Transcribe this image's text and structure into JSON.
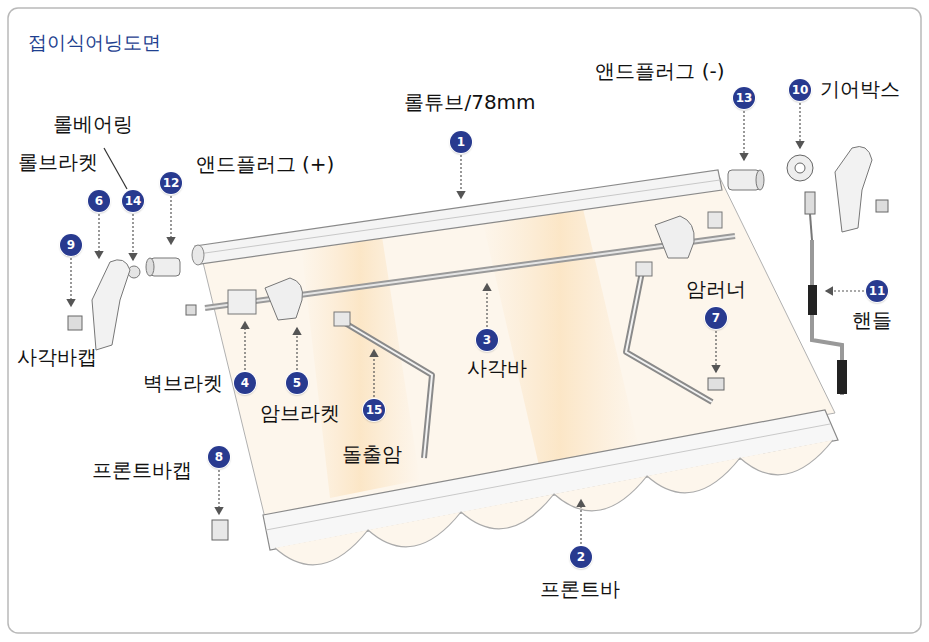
{
  "diagram": {
    "title": "접이식어닝도면",
    "nodes": [
      {
        "text": [
          "13"
        ]
      },
      {
        "text": [
          "10"
        ]
      },
      {
        "text": [
          "1"
        ]
      },
      {
        "text": [
          "14"
        ]
      },
      {
        "text": [
          "6"
        ]
      },
      {
        "text": [
          "12"
        ]
      },
      {
        "text": [
          "9"
        ]
      },
      {
        "text": [
          "11"
        ]
      },
      {
        "text": [
          "7"
        ]
      },
      {
        "text": [
          "3"
        ]
      },
      {
        "text": [
          "4"
        ]
      },
      {
        "text": [
          "5"
        ]
      },
      {
        "text": [
          "15"
        ]
      },
      {
        "text": [
          "8"
        ]
      },
      {
        "text": [
          "2"
        ]
      }
    ],
    "labels": [
      "앤드플러그 (-)",
      "롤튜브/78mm",
      "기어박스",
      "롤베어링",
      "롤브라켓",
      "앤드플러그 (+)",
      "암러너",
      "핸들",
      "사각바캡",
      "사각바",
      "벽브라켓",
      "암브라켓",
      "돌출암",
      "프론트바캡",
      "프론트바"
    ]
  }
}
